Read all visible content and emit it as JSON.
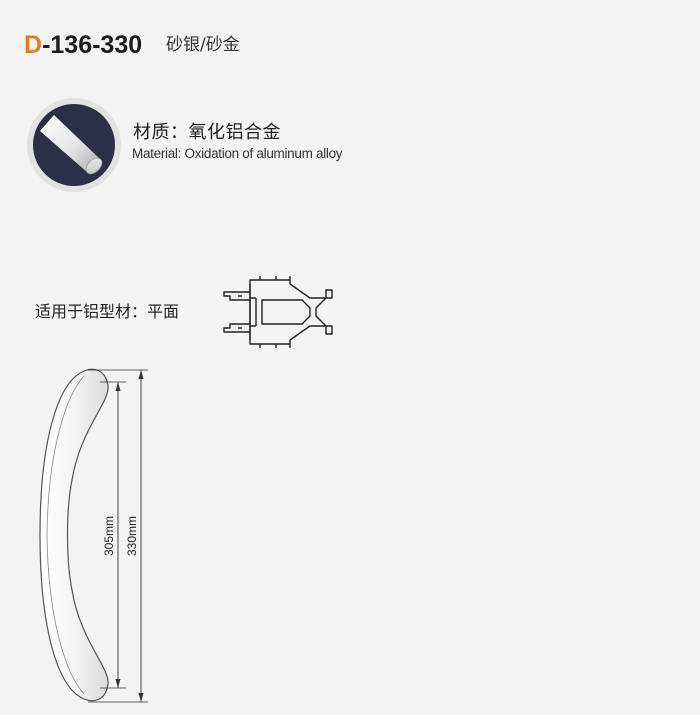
{
  "product": {
    "model_prefix": "D",
    "model_number": "-136-330",
    "finish": "砂银/砂金"
  },
  "material": {
    "label_cn": "材质：氧化铝合金",
    "label_en": "Material: Oxidation of aluminum alloy",
    "icon": "aluminum-rod-icon"
  },
  "profile": {
    "label": "适用于铝型材：平面"
  },
  "dimensions": {
    "inner": "305mm",
    "outer": "330mm"
  },
  "colors": {
    "accent": "#e07b24",
    "icon_circle": "#2b2f48"
  }
}
